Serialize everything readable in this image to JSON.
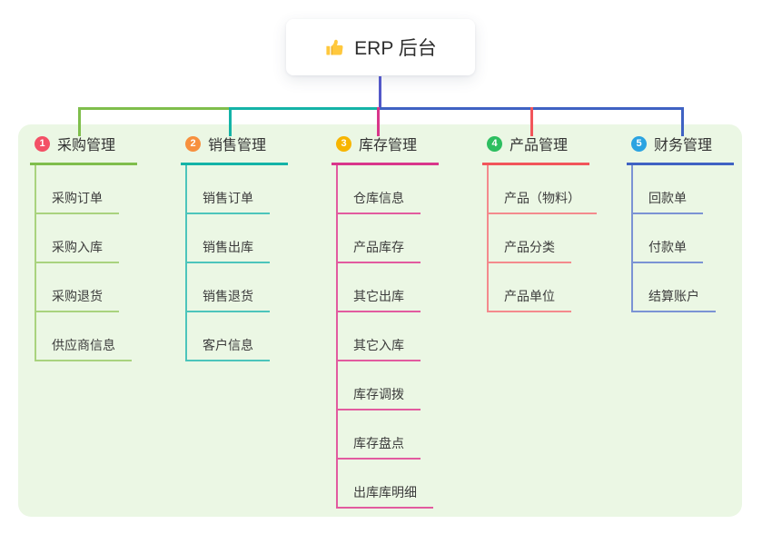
{
  "root": {
    "title": "ERP 后台",
    "icon": "thumbs-up-icon"
  },
  "colors": {
    "root_connector": "#5358c8",
    "panel_background": "#ebf7e4"
  },
  "branches": [
    {
      "number": "1",
      "title": "采购管理",
      "badge_color": "#f35066",
      "line_color": "#7fbe4c",
      "child_line_color": "#a9d37e",
      "children": [
        "采购订单",
        "采购入库",
        "采购退货",
        "供应商信息"
      ]
    },
    {
      "number": "2",
      "title": "销售管理",
      "badge_color": "#f7903e",
      "line_color": "#14b3a7",
      "child_line_color": "#4cc5bb",
      "children": [
        "销售订单",
        "销售出库",
        "销售退货",
        "客户信息"
      ]
    },
    {
      "number": "3",
      "title": "库存管理",
      "badge_color": "#f7b500",
      "line_color": "#d9368b",
      "child_line_color": "#e25b9f",
      "children": [
        "仓库信息",
        "产品库存",
        "其它出库",
        "其它入库",
        "库存调拨",
        "库存盘点",
        "出库库明细"
      ]
    },
    {
      "number": "4",
      "title": "产品管理",
      "badge_color": "#2dbe60",
      "line_color": "#f2555a",
      "child_line_color": "#f48a8d",
      "children": [
        "产品（物料）",
        "产品分类",
        "产品单位"
      ]
    },
    {
      "number": "5",
      "title": "财务管理",
      "badge_color": "#2ba3e1",
      "line_color": "#3f62c3",
      "child_line_color": "#7b93d4",
      "children": [
        "回款单",
        "付款单",
        "结算账户"
      ]
    }
  ]
}
